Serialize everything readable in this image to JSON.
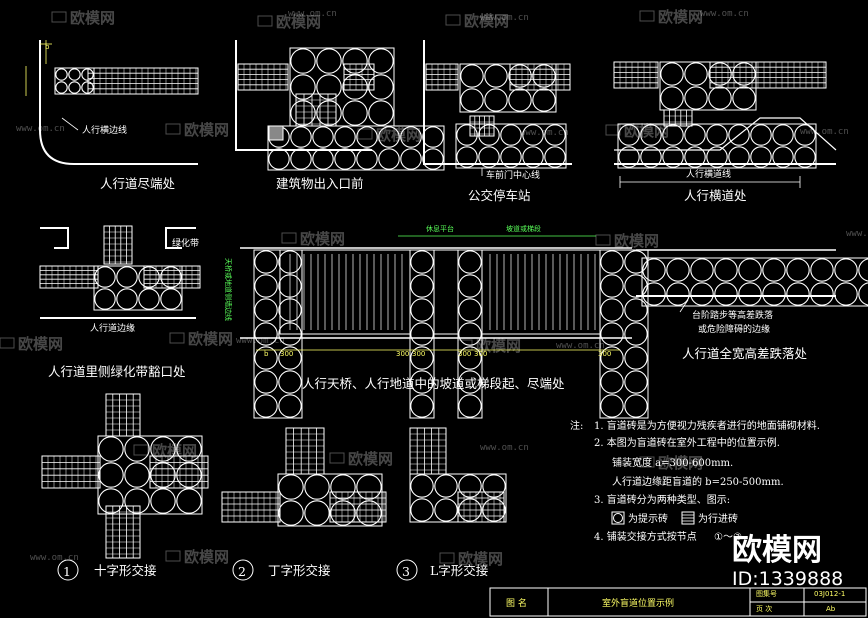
{
  "colors": {
    "line": "#ffffff",
    "dim": "#ffff66",
    "accent": "#59ff59",
    "title_text": "#ffff66",
    "background": "#000000"
  },
  "watermark": {
    "brand": "欧模网",
    "url": "www.om.cn",
    "icon": "sofa-icon"
  },
  "diagrams": {
    "d1": {
      "caption": "人行道尽端处",
      "label_edge": "人行横边线",
      "dim": "b"
    },
    "d2": {
      "caption": "建筑物出入口前"
    },
    "d3": {
      "caption": "公交停车站",
      "label_center": "车前门中心线"
    },
    "d4": {
      "caption": "人行横道处",
      "label_cross": "人行横道线"
    },
    "d5": {
      "caption": "人行道里侧绿化带豁口处",
      "label_green": "绿化带",
      "label_edge": "人行道边缘"
    },
    "d6": {
      "caption": "人行天桥、人行地道中的坡道或梯段起、尽端处",
      "label_platform": "休息平台",
      "label_ramp": "坡道或梯段",
      "label_side": "天桥或地道侧墙边线",
      "dim_300_a": "300",
      "dim_300_b": "300",
      "dim_300_c": "300",
      "dim_300_d": "300",
      "dim_300_e": "300",
      "dim_300_f": "300",
      "dim_b": "b"
    },
    "d7": {
      "caption": "人行道全宽高差跌落处",
      "label_step1": "台阶踏步等高差跌落",
      "label_step2": "或危险障碍的边缘"
    },
    "d8": {
      "num": "1",
      "caption": "十字形交接"
    },
    "d9": {
      "num": "2",
      "caption": "丁字形交接"
    },
    "d10": {
      "num": "3",
      "caption": "L字形交接"
    }
  },
  "notes": {
    "prefix": "注:",
    "n1": "1. 盲道砖是为方便视力残疾者进行的地面铺砌材料.",
    "n2": "2. 本图为盲道砖在室外工程中的位置示例.",
    "n2a": "铺装宽度 a=300-600mm.",
    "n2b": "人行道边缘距盲道的 b=250-500mm.",
    "n3": "3. 盲道砖分为两种类型、图示:",
    "n3a": "为提示砖",
    "n3b": "为行进砖",
    "n4": "4. 铺装交接方式按节点",
    "n4_nodes": "①～③"
  },
  "title_block": {
    "label_name": "图 名",
    "name": "室外盲道位置示例",
    "label_atlas": "图集号",
    "atlas": "03J012-1",
    "label_page": "页 次",
    "page": "Ab"
  },
  "overlay": {
    "brand": "欧模网",
    "id": "ID:1339888"
  }
}
